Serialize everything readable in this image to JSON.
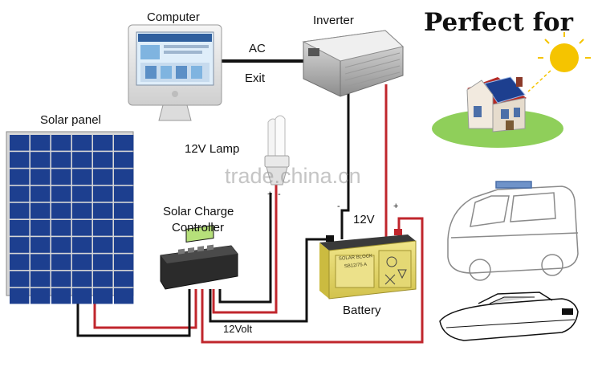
{
  "labels": {
    "computer": "Computer",
    "inverter": "Inverter",
    "ac": "AC",
    "exit": "Exit",
    "solar_panel": "Solar panel",
    "lamp": "12V Lamp",
    "controller_line1": "Solar Charge",
    "controller_line2": "Controller",
    "battery_voltage": "12V",
    "battery": "Battery",
    "twelve_volt": "12Volt",
    "plus": "+",
    "minus": "-"
  },
  "headline": "Perfect for",
  "watermark": "trade.china.cn",
  "battery_brand": "SOLAR BLOCK",
  "battery_model": "SB12/75 A",
  "colors": {
    "wire_red": "#c0262c",
    "wire_black": "#111111",
    "panel_blue": "#1d3f8f",
    "battery_yellow": "#e8d86a",
    "sun": "#f5c400",
    "grass": "#8fcf5a"
  }
}
